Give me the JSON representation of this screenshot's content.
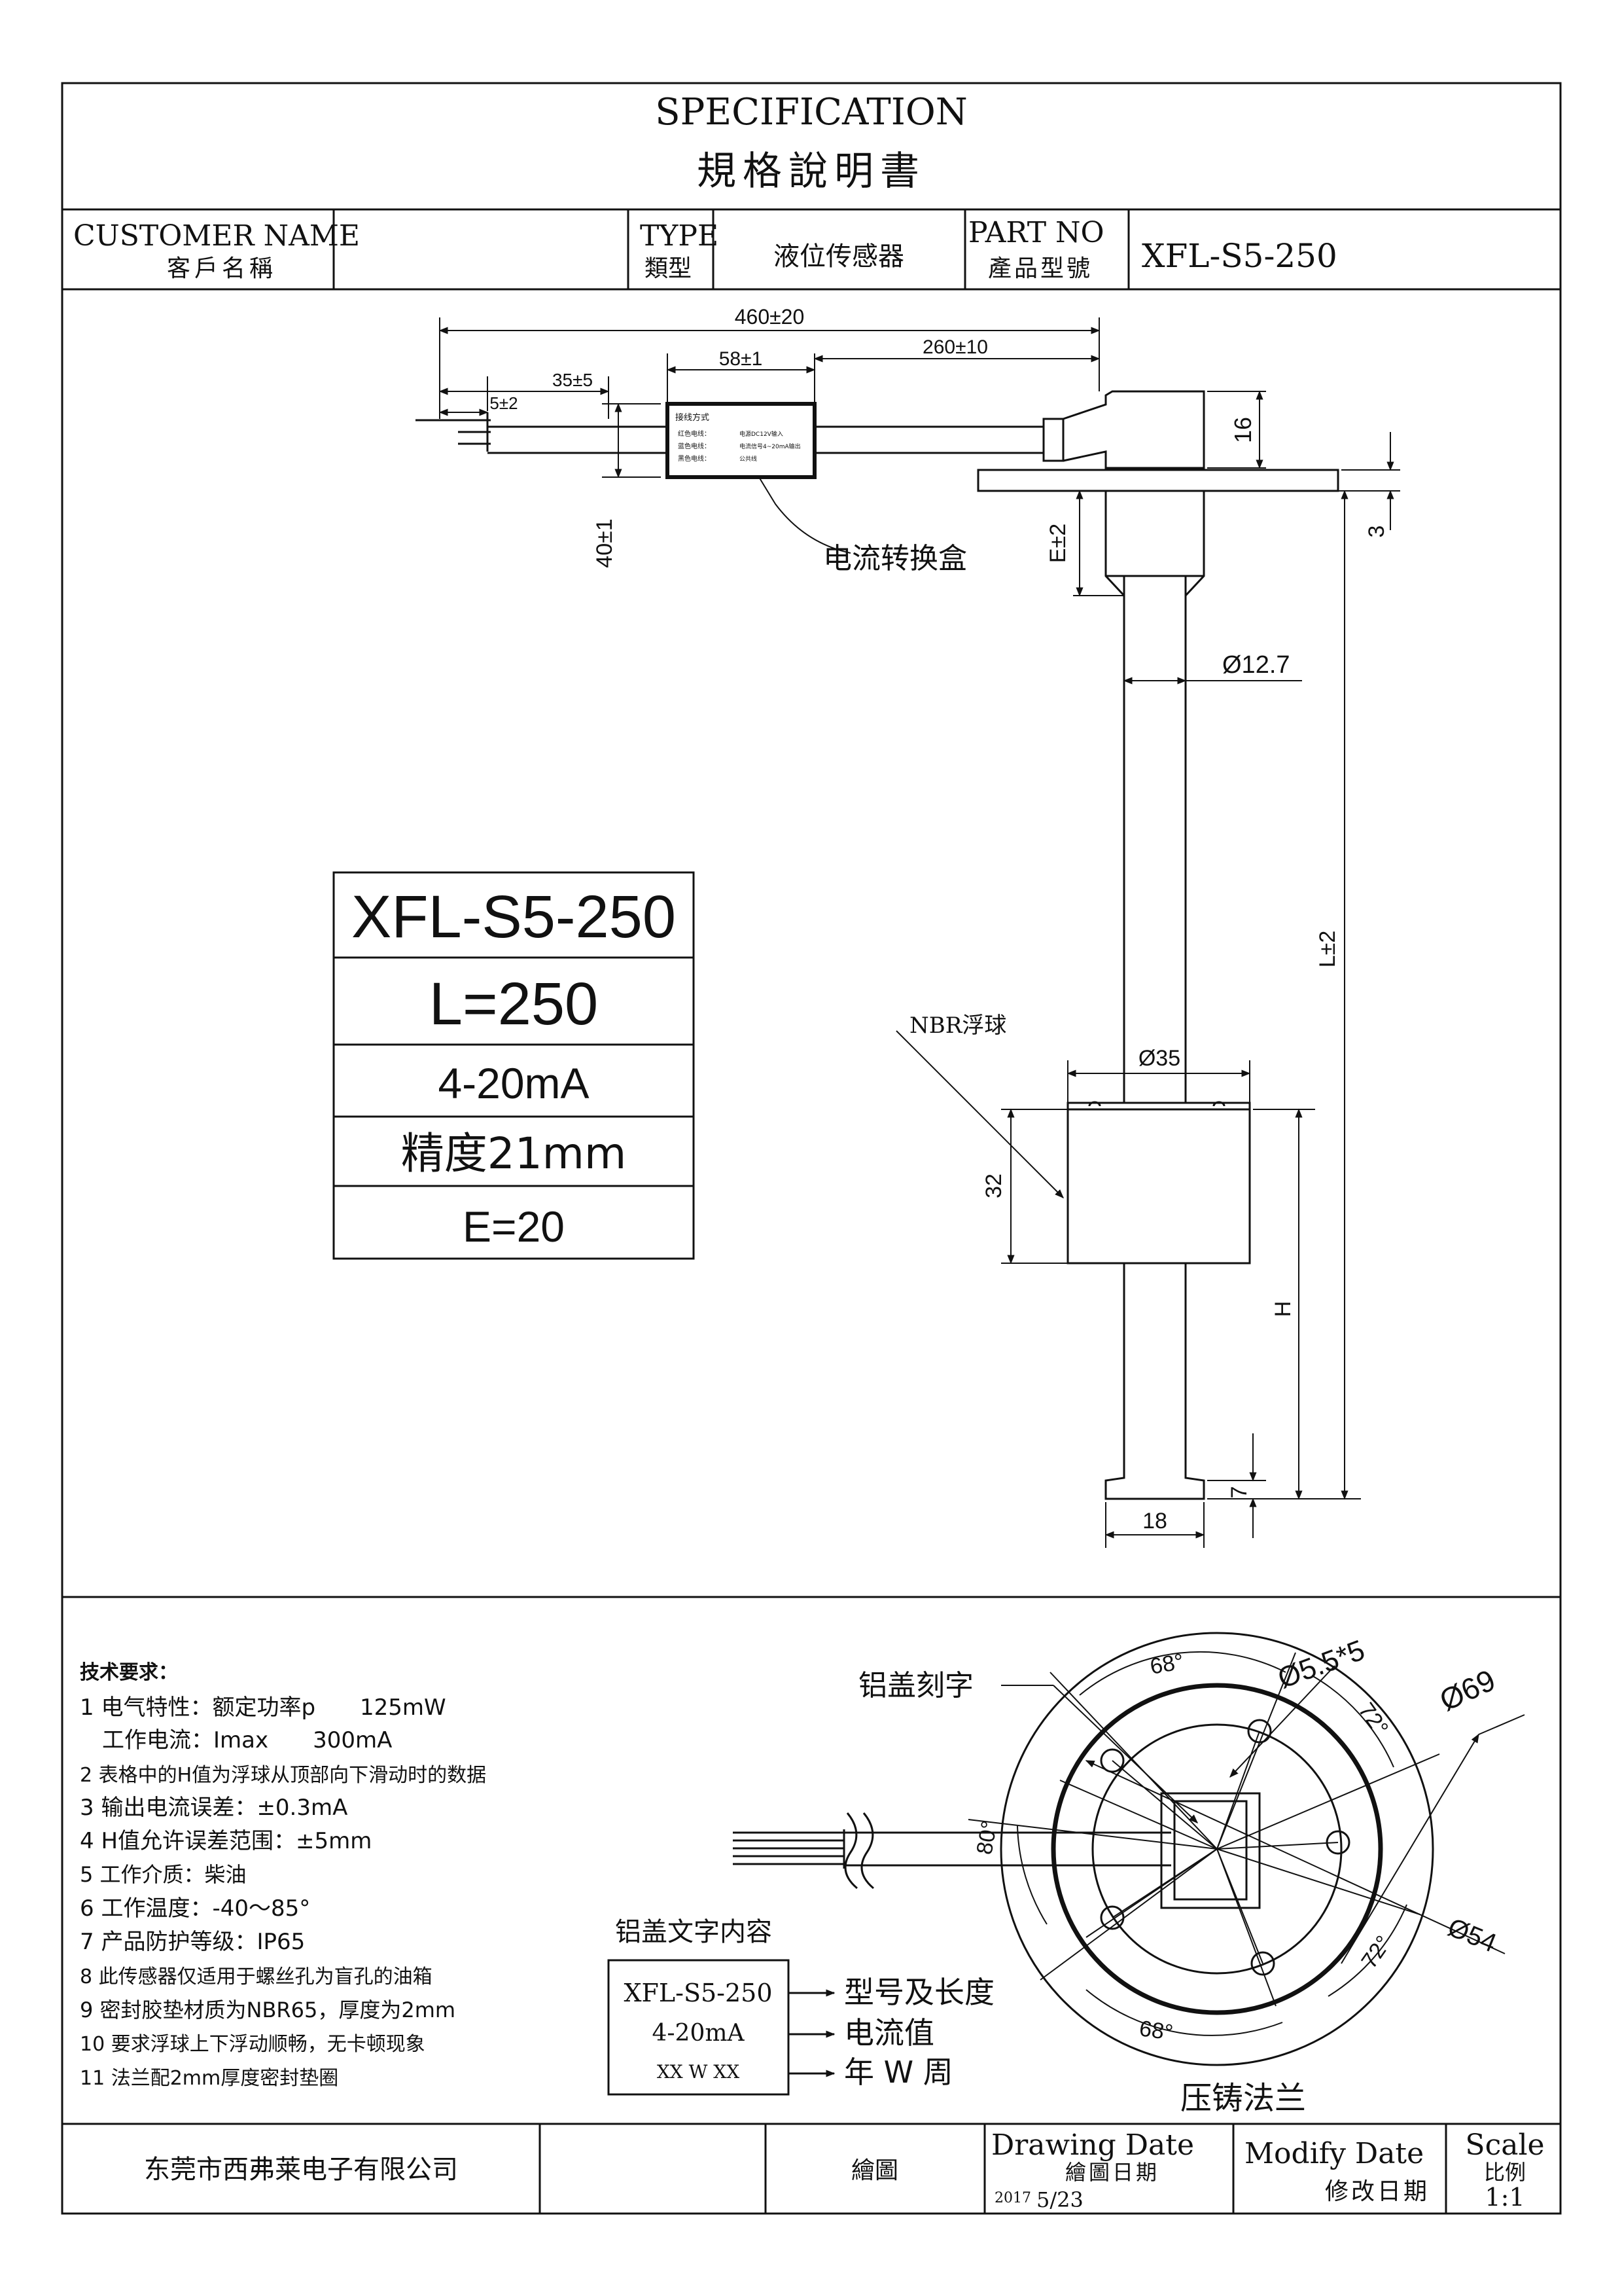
{
  "header": {
    "title_en": "SPECIFICATION",
    "title_zh": "規格說明書",
    "customer_label_en": "CUSTOMER NAME",
    "customer_label_zh": "客戶名稱",
    "customer_value": "",
    "type_label_en": "TYPE",
    "type_label_zh": "類型",
    "type_value": "液位传感器",
    "part_label_en": "PART NO",
    "part_label_zh": "產品型號",
    "part_value": "XFL-S5-250"
  },
  "drawing": {
    "dim_total": "460±20",
    "dim_35": "35±5",
    "dim_5": "5±2",
    "dim_58": "58±1",
    "dim_260": "260±10",
    "dim_40": "40±1",
    "dim_16": "16",
    "dim_3": "3",
    "dim_e": "E±2",
    "dim_d127": "Ø12.7",
    "dim_l": "L±2",
    "dim_d35": "Ø35",
    "dim_32": "32",
    "dim_h": "H",
    "dim_7": "7",
    "dim_18": "18",
    "box_title": "接线方式",
    "box_lines": [
      "红色电线：",
      "蓝色电线：",
      "黑色电线："
    ],
    "box_values": [
      "电源DC12V输入",
      "电流信号4~20mA输出",
      "公共线"
    ],
    "box_callout": "电流转换盒",
    "float_callout": "NBR浮球"
  },
  "spec_table": {
    "rows": [
      "XFL-S5-250",
      "L=250",
      "4-20mA",
      "精度21mm",
      "E=20"
    ]
  },
  "tech": {
    "heading": "技术要求：",
    "items": [
      "1 电气特性：额定功率p　　125mW",
      "　工作电流：Imax　　300mA",
      "2 表格中的H值为浮球从顶部向下滑动时的数据",
      "3 输出电流误差：±0.3mA",
      "4 H值允许误差范围：±5mm",
      "5 工作介质：柴油",
      "6 工作温度：-40～85°",
      "7 产品防护等级：IP65",
      "8 此传感器仅适用于螺丝孔为盲孔的油箱",
      "9 密封胶垫材质为NBR65，厚度为2mm",
      "10 要求浮球上下浮动顺畅，无卡顿现象",
      "11 法兰配2mm厚度密封垫圈"
    ]
  },
  "flange": {
    "engrave_callout": "铝盖刻字",
    "angle_68_top": "68°",
    "angle_72_right": "72°",
    "angle_80": "80°",
    "angle_72_bottom": "72°",
    "angle_68_bottom": "68°",
    "dim_holes": "Ø5.5*5",
    "dim_69": "Ø69",
    "dim_54": "Ø54",
    "caption": "压铸法兰"
  },
  "label_content": {
    "heading": "铝盖文字内容",
    "lines": [
      "XFL-S5-250",
      "4-20mA",
      "XX W XX"
    ],
    "meanings": [
      "型号及长度",
      "电流值",
      "年 W 周"
    ]
  },
  "footer": {
    "company": "东莞市西弗莱电子有限公司",
    "draw_label": "繪圖",
    "drawing_date_en": "Drawing Date",
    "drawing_date_zh": "繪圖日期",
    "drawing_date_year": "2017",
    "drawing_date_md": "5/23",
    "modify_date_en": "Modify Date",
    "modify_date_zh": "修改日期",
    "scale_en": "Scale",
    "scale_zh": "比例",
    "scale_value": "1:1"
  }
}
